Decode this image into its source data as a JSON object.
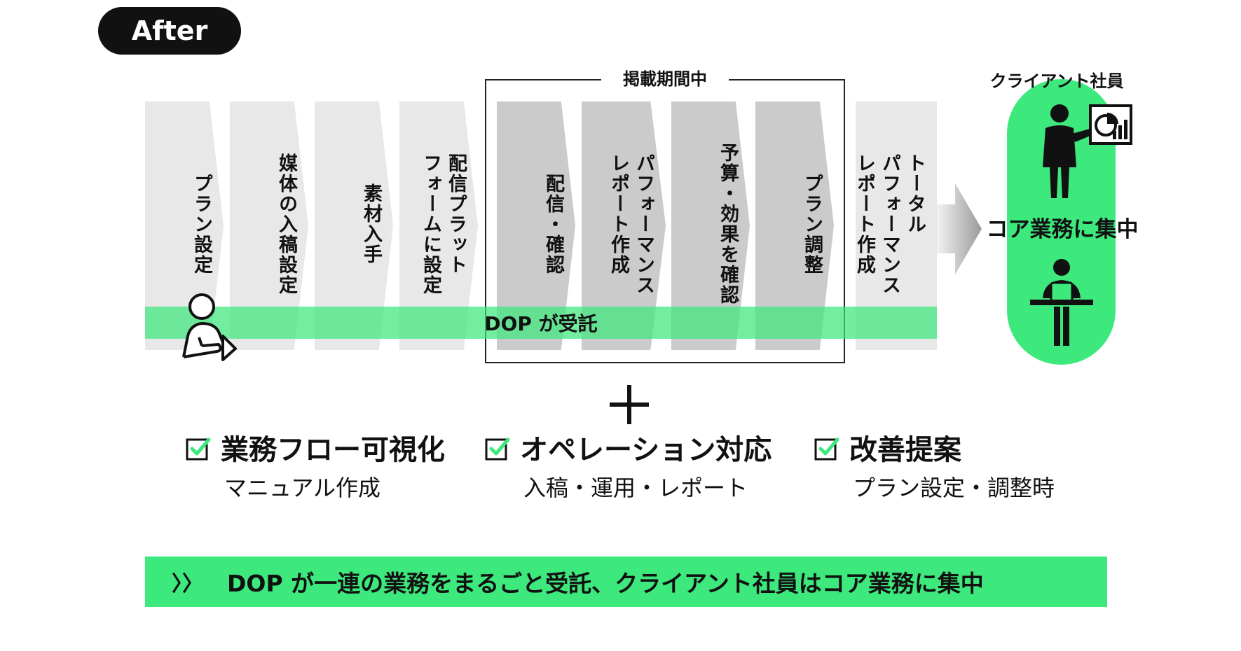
{
  "badge": {
    "label": "After"
  },
  "period": {
    "label": "掲載期間中"
  },
  "steps": [
    {
      "label": "プラン設定",
      "tone": "light"
    },
    {
      "label": "媒体の入稿設定",
      "tone": "light"
    },
    {
      "label": "素材入手",
      "tone": "light"
    },
    {
      "label": "配信プラット\nフォームに設定",
      "tone": "light"
    },
    {
      "label": "配信・確認",
      "tone": "dark"
    },
    {
      "label": "パフォーマンス\nレポート作成",
      "tone": "dark"
    },
    {
      "label": "予算・効果を確認",
      "tone": "dark"
    },
    {
      "label": "プラン調整",
      "tone": "dark"
    },
    {
      "label": "トータル\nパフォーマンス\nレポート作成",
      "tone": "light"
    }
  ],
  "dop_band": {
    "label": "DOP が受託"
  },
  "client": {
    "label": "クライアント社員",
    "core": "コア業務に集中"
  },
  "benefits": [
    {
      "title": "業務フロー可視化",
      "sub": "マニュアル作成"
    },
    {
      "title": "オペレーション対応",
      "sub": "入稿・運用・レポート"
    },
    {
      "title": "改善提案",
      "sub": "プラン設定・調整時"
    }
  ],
  "banner": {
    "chevron": "〉〉",
    "message": "DOP が一連の業務をまるごと受託、クライアント社員はコア業務に集中"
  },
  "colors": {
    "accent": "#3de87d",
    "step_light": "#e8e8e8",
    "step_dark": "#cbcbcb",
    "ink": "#111111"
  }
}
